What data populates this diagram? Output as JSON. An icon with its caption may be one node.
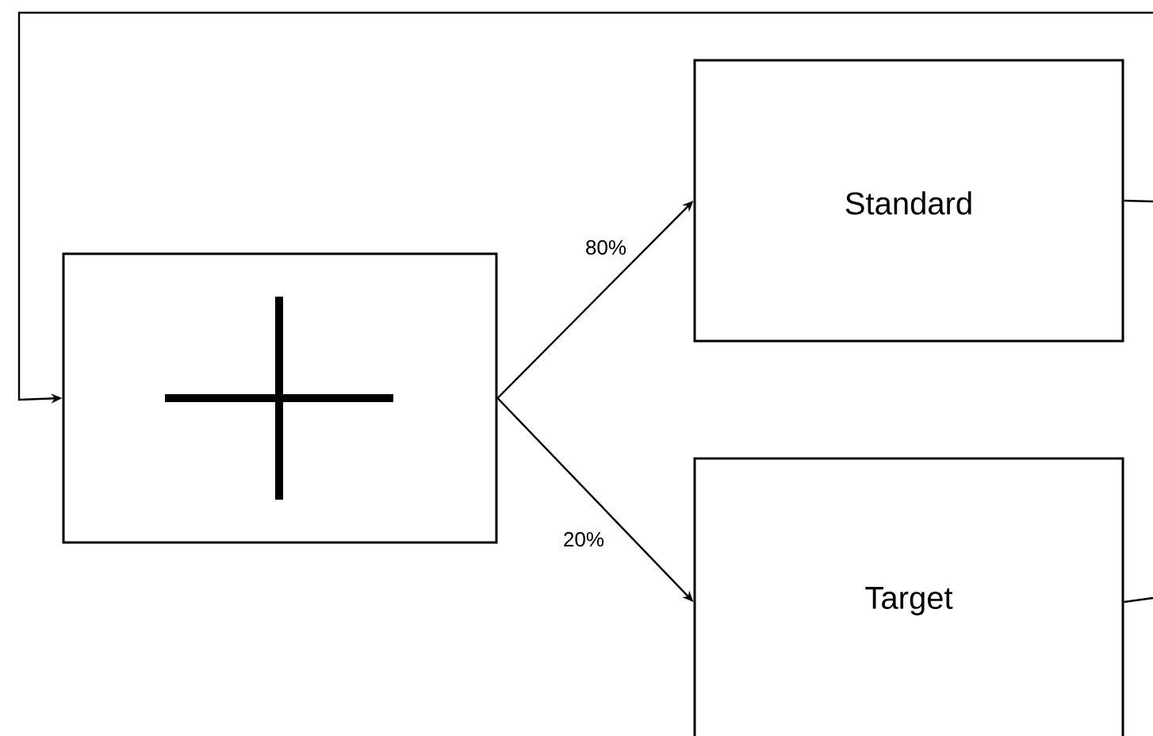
{
  "diagram": {
    "nodes": [
      {
        "text": [],
        "shape": "box"
      },
      {
        "text": [
          "Standard"
        ]
      },
      {
        "text": [
          "Target"
        ]
      }
    ],
    "edges": [
      {
        "from": 0,
        "to": 1,
        "arrow": "to",
        "label": "80%"
      },
      {
        "from": 0,
        "to": 2,
        "arrow": "to",
        "label": "20%"
      },
      {
        "from": null,
        "to": 0,
        "arrow": "to"
      },
      {
        "from": 1,
        "to": null,
        "arrow": "none"
      },
      {
        "from": 2,
        "to": null,
        "arrow": "none"
      }
    ]
  }
}
